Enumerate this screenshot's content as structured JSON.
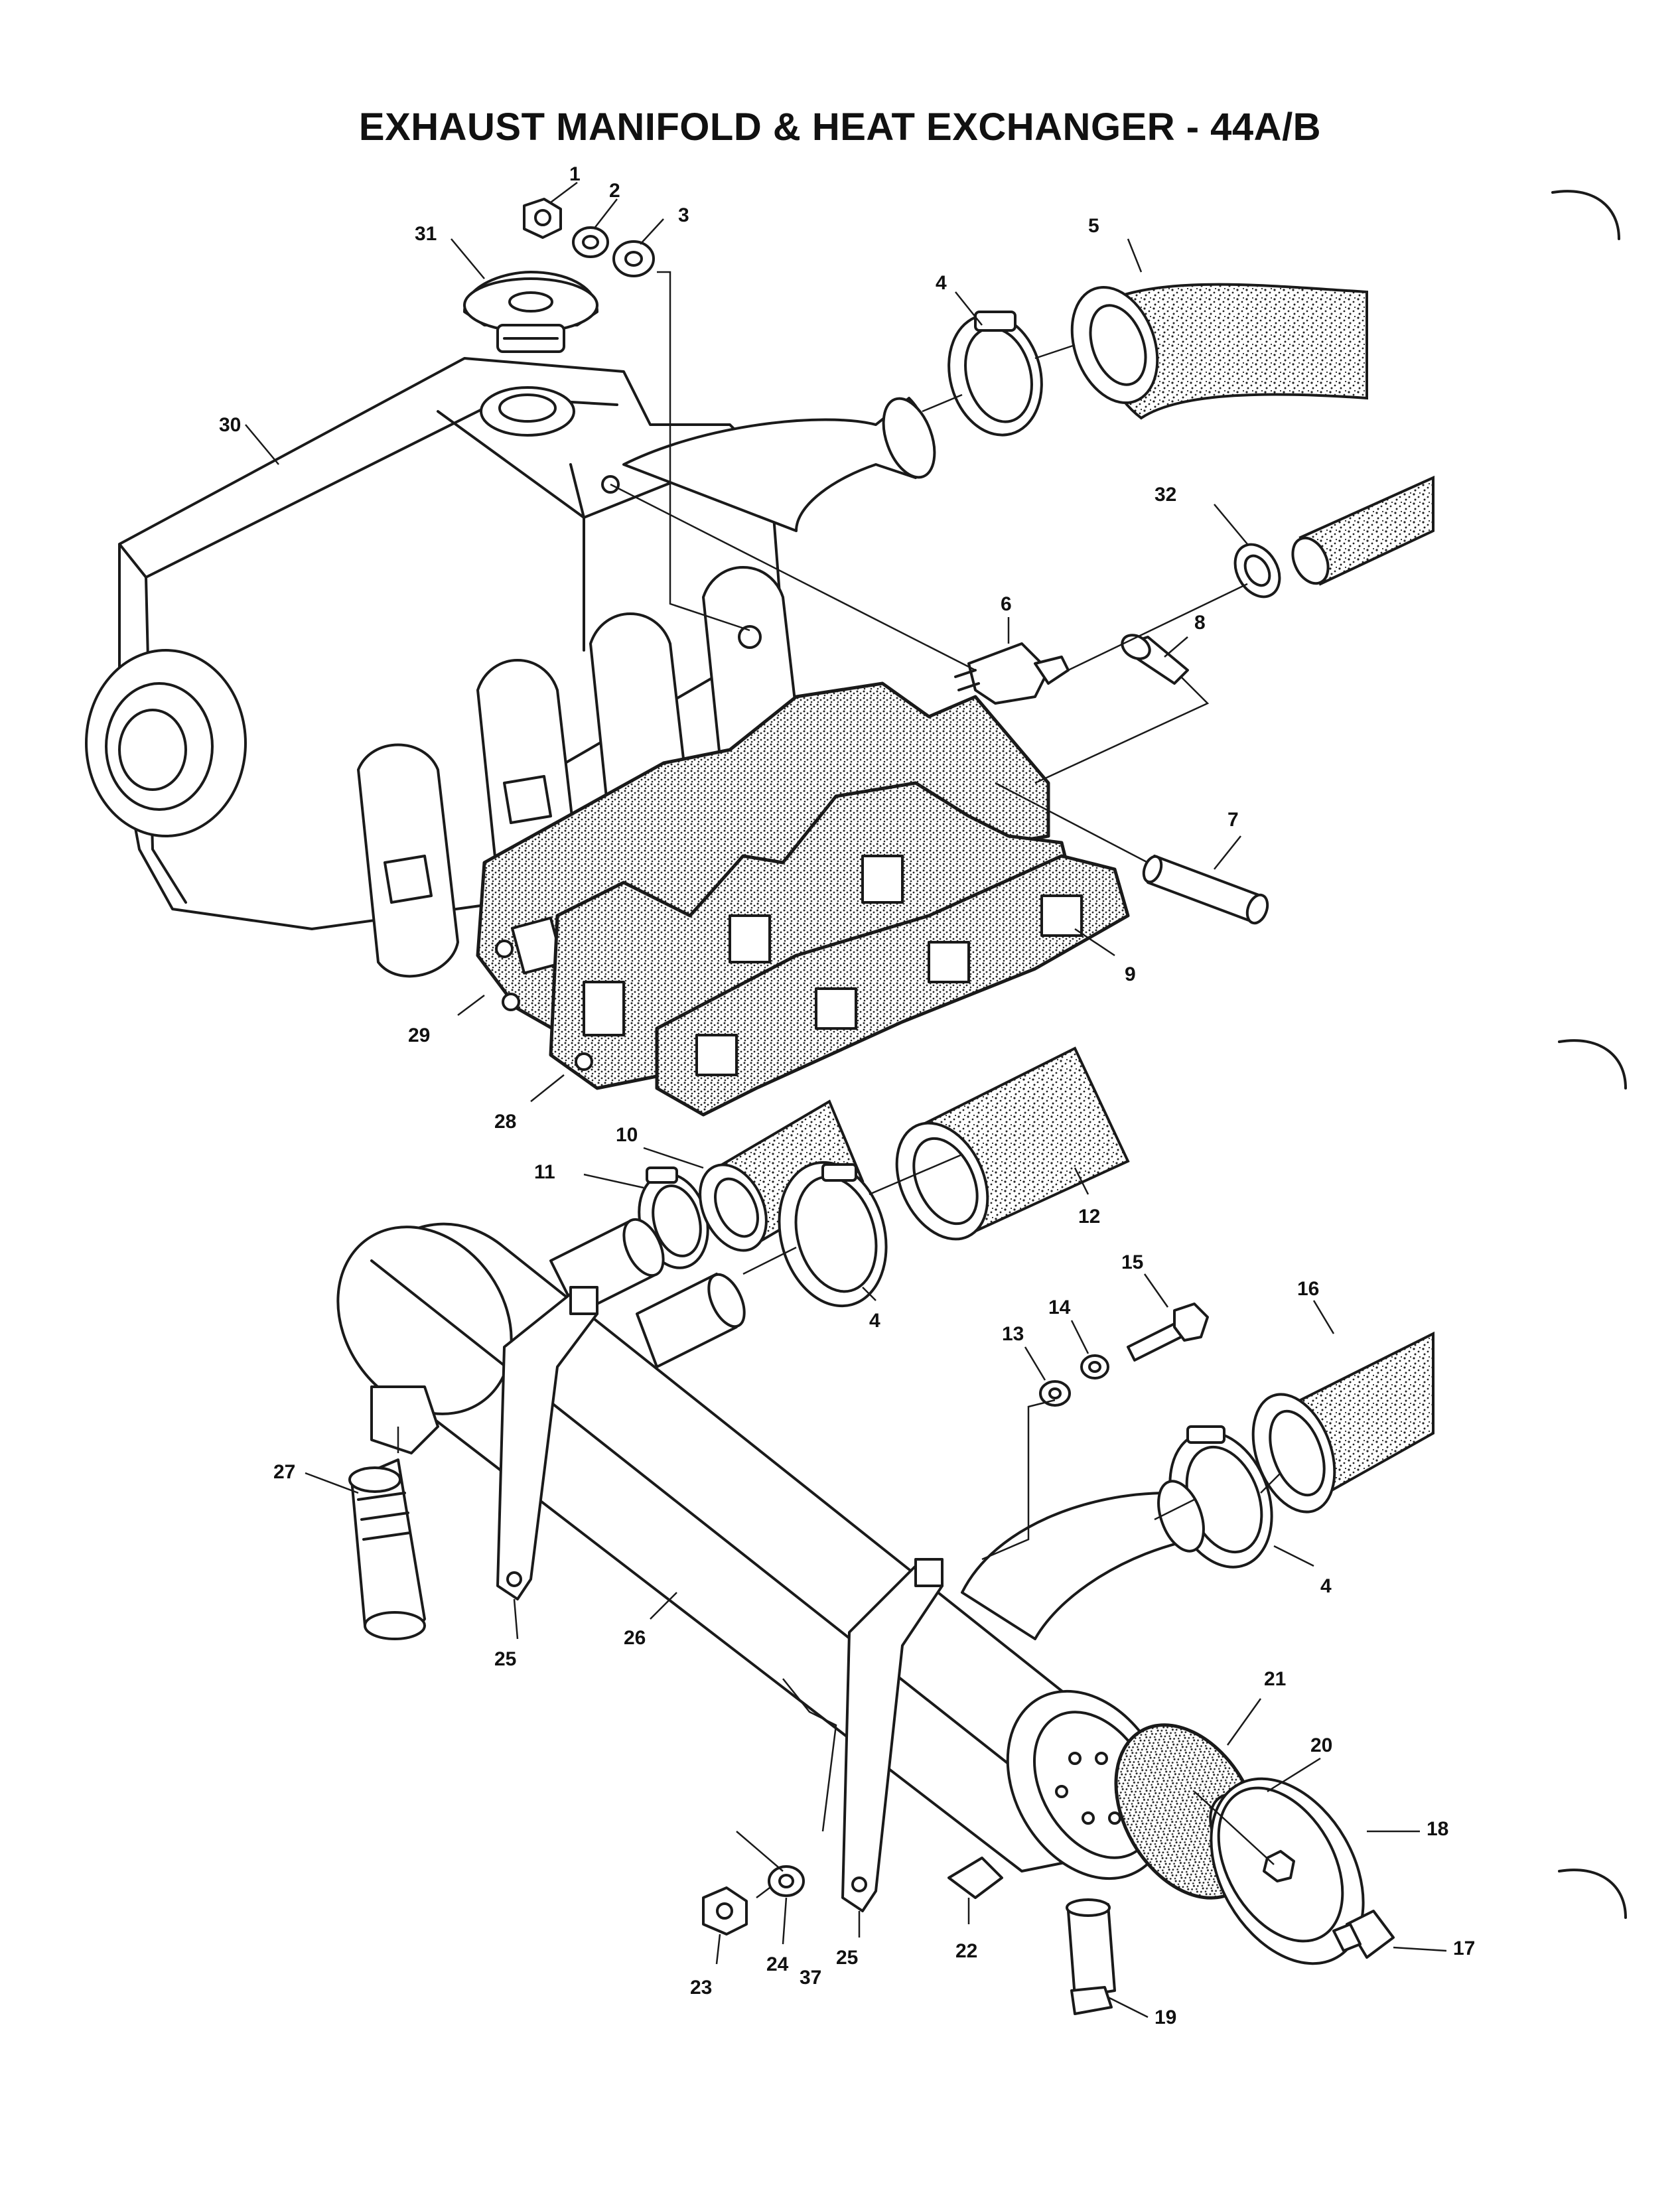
{
  "title": "EXHAUST MANIFOLD & HEAT EXCHANGER - 44A/B",
  "callouts": [
    {
      "id": "c1",
      "label": "1"
    },
    {
      "id": "c2",
      "label": "2"
    },
    {
      "id": "c3",
      "label": "3"
    },
    {
      "id": "c4a",
      "label": "4"
    },
    {
      "id": "c5",
      "label": "5"
    },
    {
      "id": "c6",
      "label": "6"
    },
    {
      "id": "c7",
      "label": "7"
    },
    {
      "id": "c8",
      "label": "8"
    },
    {
      "id": "c9",
      "label": "9"
    },
    {
      "id": "c10",
      "label": "10"
    },
    {
      "id": "c11",
      "label": "11"
    },
    {
      "id": "c12",
      "label": "12"
    },
    {
      "id": "c4b",
      "label": "4"
    },
    {
      "id": "c13",
      "label": "13"
    },
    {
      "id": "c14",
      "label": "14"
    },
    {
      "id": "c15",
      "label": "15"
    },
    {
      "id": "c16",
      "label": "16"
    },
    {
      "id": "c4c",
      "label": "4"
    },
    {
      "id": "c17",
      "label": "17"
    },
    {
      "id": "c18",
      "label": "18"
    },
    {
      "id": "c19",
      "label": "19"
    },
    {
      "id": "c20",
      "label": "20"
    },
    {
      "id": "c21",
      "label": "21"
    },
    {
      "id": "c22",
      "label": "22"
    },
    {
      "id": "c23",
      "label": "23"
    },
    {
      "id": "c24",
      "label": "24"
    },
    {
      "id": "c25a",
      "label": "25"
    },
    {
      "id": "c25b",
      "label": "25"
    },
    {
      "id": "c26",
      "label": "26"
    },
    {
      "id": "c27",
      "label": "27"
    },
    {
      "id": "c28",
      "label": "28"
    },
    {
      "id": "c29",
      "label": "29"
    },
    {
      "id": "c30",
      "label": "30"
    },
    {
      "id": "c31",
      "label": "31"
    },
    {
      "id": "c32",
      "label": "32"
    },
    {
      "id": "c37",
      "label": "37"
    }
  ]
}
